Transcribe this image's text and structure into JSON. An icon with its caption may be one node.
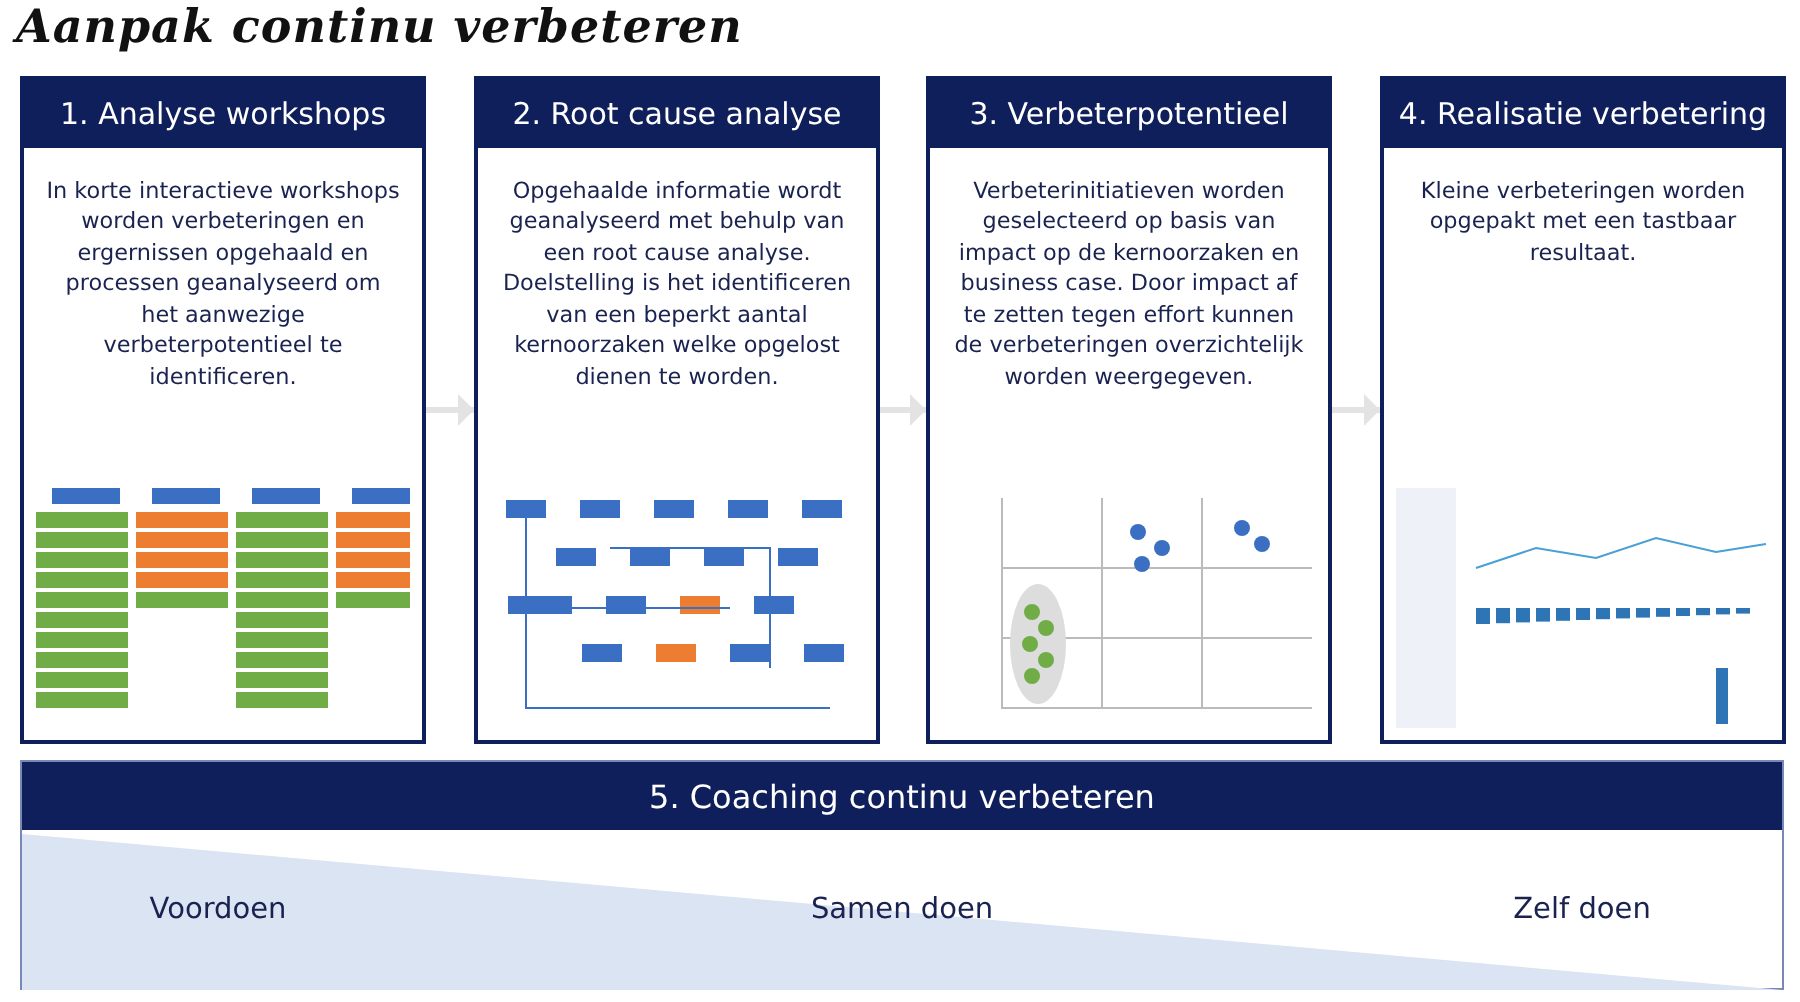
{
  "diagram": {
    "title": "Aanpak continu verbeteren",
    "nodes": [
      {
        "text": [
          "1. Analyse workshops",
          "In korte interactieve workshops worden verbeteringen en ergernissen opgehaald en processen geanalyseerd om het aanwezige verbeterpotentieel te identificeren."
        ]
      },
      {
        "text": [
          "2. Root cause analyse",
          "Opgehaalde informatie wordt geanalyseerd met behulp van een root cause analyse. Doelstelling is het identificeren van een beperkt aantal kernoorzaken welke opgelost dienen te worden."
        ]
      },
      {
        "text": [
          "3. Verbeterpotentieel",
          "Verbeterinitiatieven worden geselecteerd op basis van impact op de kernoorzaken en business case. Door impact af te zetten tegen effort kunnen de verbeteringen overzichtelijk worden weergegeven."
        ]
      },
      {
        "text": [
          "4. Realisatie verbetering",
          "Kleine verbeteringen worden opgepakt met een tastbaar resultaat."
        ]
      },
      {
        "text": [
          "5. Coaching continu verbeteren",
          "Voordoen",
          "Samen doen",
          "Zelf doen"
        ]
      }
    ],
    "edges": [
      {
        "from": 0,
        "to": 1,
        "arrow": "to",
        "color": "#e3e3e3"
      },
      {
        "from": 1,
        "to": 2,
        "arrow": "to",
        "color": "#e3e3e3"
      },
      {
        "from": 2,
        "to": 3,
        "arrow": "to",
        "color": "#e3e3e3"
      }
    ]
  }
}
